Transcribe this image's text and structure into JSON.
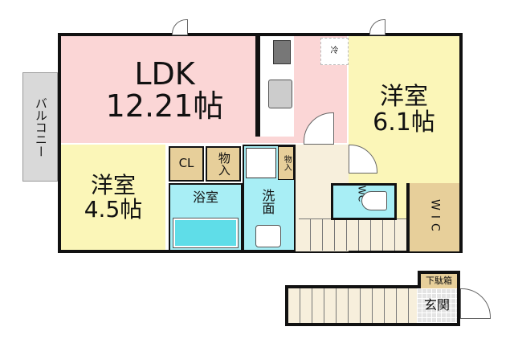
{
  "rooms": {
    "ldk": {
      "name": "LDK",
      "size": "12.21帖",
      "color": "#fbd6d6"
    },
    "western_right": {
      "name": "洋室",
      "size": "6.1帖",
      "color": "#fbf6b8"
    },
    "western_left": {
      "name": "洋室",
      "size": "4.5帖",
      "color": "#fbf6b8"
    },
    "balcony": {
      "name": "バルコニー",
      "color": "#d9d9d9"
    },
    "closet": {
      "name": "CL",
      "color": "#e7cf9a"
    },
    "storage1": {
      "name": "物入",
      "color": "#e7cf9a"
    },
    "storage2": {
      "name": "物入",
      "color": "#e7cf9a"
    },
    "bath": {
      "name": "浴室",
      "color": "#a8eef5"
    },
    "washroom": {
      "name": "洗面",
      "color": "#a8eef5"
    },
    "wc": {
      "name": "WC",
      "color": "#a8eef5"
    },
    "wic": {
      "name": "WIC",
      "color": "#e7cf9a"
    },
    "fridge": {
      "name": "冷"
    },
    "shoe_box": {
      "name": "下駄箱",
      "color": "#e7cf9a"
    },
    "entrance": {
      "name": "玄関"
    }
  }
}
